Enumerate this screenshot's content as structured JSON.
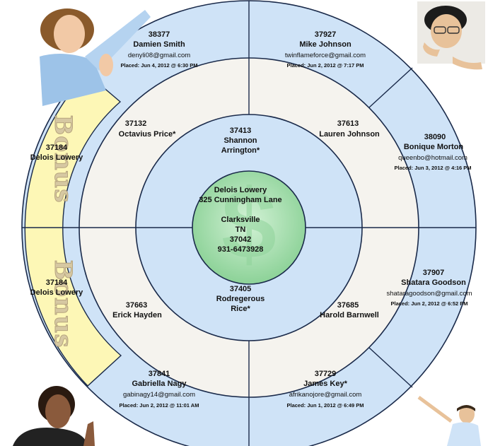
{
  "center": {
    "lines": [
      "Delois Lowery",
      "325 Cunningham Lane",
      "",
      "Clarksville",
      "TN",
      "37042",
      "931-6473928"
    ]
  },
  "bonus": {
    "ribbon_text": "Bonus",
    "top": {
      "id": "37184",
      "name": "Delois Lowery"
    },
    "bottom": {
      "id": "37184",
      "name": "Delois Lowery"
    }
  },
  "inner_ring": {
    "top": {
      "id": "37413",
      "name_line1": "Shannon",
      "name_line2": "Arrington*"
    },
    "bottom": {
      "id": "37405",
      "name_line1": "Rodregerous",
      "name_line2": "Rice*"
    }
  },
  "middle_ring": {
    "top_left": {
      "id": "37132",
      "name": "Octavius Price*"
    },
    "top_right": {
      "id": "37613",
      "name": "Lauren Johnson"
    },
    "bottom_left": {
      "id": "37663",
      "name": "Erick Hayden"
    },
    "bottom_right": {
      "id": "37685",
      "name": "Harold Barnwell"
    }
  },
  "outer_ring": {
    "top_left": {
      "id": "38377",
      "name": "Damien Smith",
      "email": "denyli08@gmail.com",
      "placed": "Placed: Jun 4, 2012 @ 6:30 PM"
    },
    "top_right": {
      "id": "37927",
      "name": "Mike Johnson",
      "email": "twinflameforce@gmail.com",
      "placed": "Placed: Jun 2, 2012 @ 7:17 PM"
    },
    "right_top": {
      "id": "38090",
      "name": "Bonique Morton",
      "email": "queenbo@hotmail.com",
      "placed": "Placed: Jun 3, 2012 @ 4:16 PM"
    },
    "right_bottom": {
      "id": "37907",
      "name": "Shatara Goodson",
      "email": "shataragoodson@gmail.com",
      "placed": "Placed: Jun 2, 2012 @ 6:52 PM"
    },
    "bottom_left": {
      "id": "37841",
      "name": "Gabriella Nagy",
      "email": "gabinagy14@gmail.com",
      "placed": "Placed: Jun 2, 2012 @ 11:01 AM"
    },
    "bottom_right": {
      "id": "37729",
      "name": "James Key*",
      "email": "afrikanojore@gmail.com",
      "placed": "Placed: Jun 1, 2012 @ 6:49 PM"
    }
  },
  "colors": {
    "outer_blue": "#cfe3f7",
    "middle_cream": "#f5f3ee",
    "inner_blue": "#cfe3f7",
    "center_green": "#a8ddb0",
    "bonus_yellow": "#fdf7b6",
    "stroke": "#1a2a4a"
  },
  "people": [
    "woman-top-left",
    "man-top-right",
    "woman-bottom-left",
    "man-bottom-right"
  ]
}
